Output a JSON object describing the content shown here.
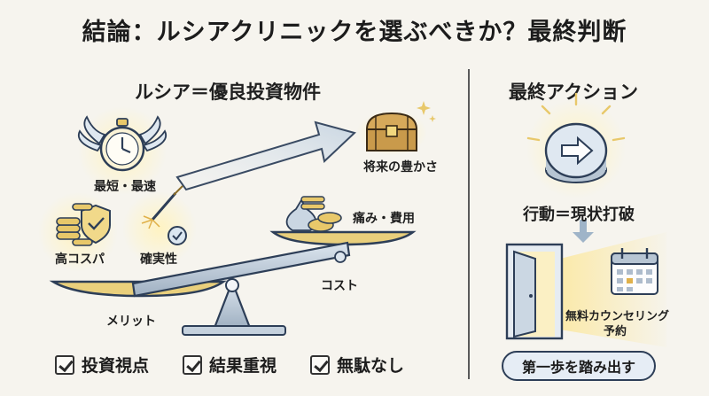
{
  "title": "結論：ルシアクリニックを選ぶべきか？最終判断",
  "left": {
    "heading": "ルシア＝優良投資物件",
    "labels": {
      "speed": "最短・最速",
      "cost_performance": "高コスパ",
      "certainty": "確実性",
      "merit": "メリット",
      "future": "将来の豊かさ",
      "pain_cost": "痛み・費用",
      "cost": "コスト"
    },
    "checks": [
      {
        "label": "投資視点"
      },
      {
        "label": "結果重視"
      },
      {
        "label": "無駄なし"
      }
    ]
  },
  "right": {
    "heading": "最終アクション",
    "action": "行動＝現状打破",
    "booking_line1": "無料カウンセリング",
    "booking_line2": "予約",
    "cta": "第一歩を踏み出す"
  },
  "colors": {
    "background": "#f6f4ee",
    "gold": "#e8c86a",
    "steel": "#aebccc",
    "navy": "#2d3e57",
    "glow": "#fbe9a6"
  },
  "icons": [
    "stopwatch-icon",
    "shield-check-icon",
    "coin-stack-icon",
    "check-circle-icon",
    "treasure-chest-icon",
    "money-bag-icon",
    "arrow-button-icon",
    "door-icon",
    "calendar-icon",
    "down-arrow-icon"
  ]
}
